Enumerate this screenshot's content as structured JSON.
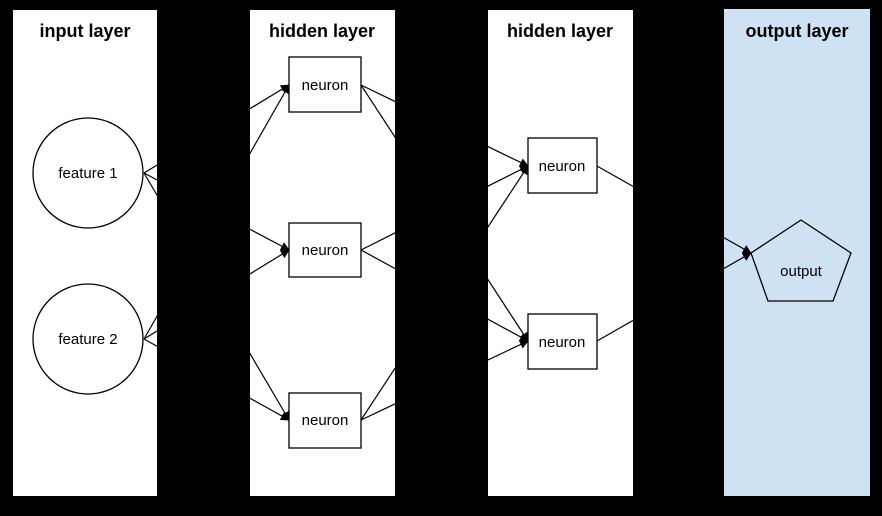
{
  "diagram": {
    "type": "neural-network-flowchart",
    "background_color": "#000000",
    "edge_color": "#000000",
    "node_stroke_color": "#000000",
    "layers": [
      {
        "id": "input",
        "title": "input layer",
        "fill": "#ffffff",
        "nodes": [
          {
            "label": "feature 1",
            "shape": "circle"
          },
          {
            "label": "feature 2",
            "shape": "circle"
          }
        ]
      },
      {
        "id": "hidden1",
        "title": "hidden layer",
        "fill": "#ffffff",
        "nodes": [
          {
            "label": "neuron",
            "shape": "rect"
          },
          {
            "label": "neuron",
            "shape": "rect"
          },
          {
            "label": "neuron",
            "shape": "rect"
          }
        ]
      },
      {
        "id": "hidden2",
        "title": "hidden layer",
        "fill": "#ffffff",
        "nodes": [
          {
            "label": "neuron",
            "shape": "rect"
          },
          {
            "label": "neuron",
            "shape": "rect"
          }
        ]
      },
      {
        "id": "output",
        "title": "output layer",
        "fill": "#cfe2f3",
        "nodes": [
          {
            "label": "output",
            "shape": "pentagon"
          }
        ]
      }
    ],
    "edges": [
      {
        "from": "input.feature 1",
        "to": "hidden1.neuron 1"
      },
      {
        "from": "input.feature 1",
        "to": "hidden1.neuron 2"
      },
      {
        "from": "input.feature 1",
        "to": "hidden1.neuron 3"
      },
      {
        "from": "input.feature 2",
        "to": "hidden1.neuron 1"
      },
      {
        "from": "input.feature 2",
        "to": "hidden1.neuron 2"
      },
      {
        "from": "input.feature 2",
        "to": "hidden1.neuron 3"
      },
      {
        "from": "hidden1.neuron 1",
        "to": "hidden2.neuron 1"
      },
      {
        "from": "hidden1.neuron 1",
        "to": "hidden2.neuron 2"
      },
      {
        "from": "hidden1.neuron 2",
        "to": "hidden2.neuron 1"
      },
      {
        "from": "hidden1.neuron 2",
        "to": "hidden2.neuron 2"
      },
      {
        "from": "hidden1.neuron 3",
        "to": "hidden2.neuron 1"
      },
      {
        "from": "hidden1.neuron 3",
        "to": "hidden2.neuron 2"
      },
      {
        "from": "hidden2.neuron 1",
        "to": "output.output"
      },
      {
        "from": "hidden2.neuron 2",
        "to": "output.output"
      }
    ]
  }
}
